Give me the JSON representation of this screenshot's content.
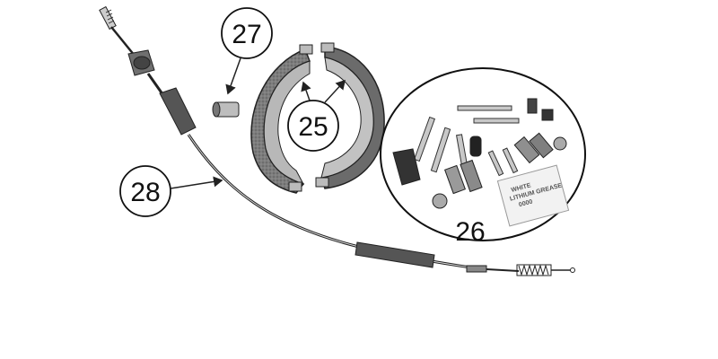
{
  "callouts": {
    "c27": "27",
    "c25": "25",
    "c28": "28",
    "c26": "26"
  },
  "grease_package": {
    "line1": "WHITE",
    "line2": "LITHIUM GREASE",
    "line3": "0000"
  },
  "colors": {
    "line": "#222222",
    "shoe_lining": "#8a8a8a",
    "shoe_metal": "#b5b5b5",
    "hardware": "#9a9a9a",
    "background": "#ffffff"
  }
}
